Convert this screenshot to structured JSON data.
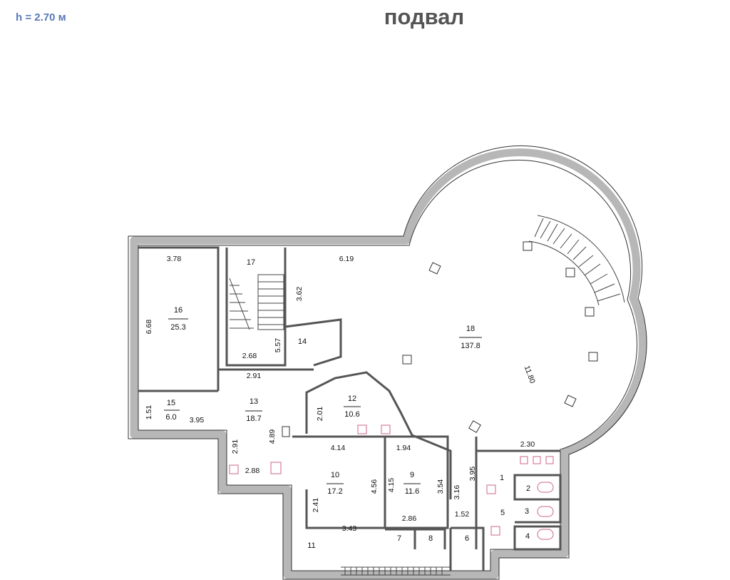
{
  "header": {
    "height": "h = 2.70 м",
    "title": "подвал"
  },
  "rooms": [
    {
      "num": "1"
    },
    {
      "num": "2"
    },
    {
      "num": "3"
    },
    {
      "num": "4"
    },
    {
      "num": "5"
    },
    {
      "num": "6"
    },
    {
      "num": "7"
    },
    {
      "num": "8"
    },
    {
      "num": "9",
      "area": "11.6"
    },
    {
      "num": "10",
      "area": "17.2"
    },
    {
      "num": "11"
    },
    {
      "num": "12",
      "area": "10.6"
    },
    {
      "num": "13",
      "area": "18.7"
    },
    {
      "num": "14"
    },
    {
      "num": "15",
      "area": "6.0"
    },
    {
      "num": "16",
      "area": "25.3"
    },
    {
      "num": "17"
    },
    {
      "num": "18",
      "area": "137.8"
    }
  ],
  "dimensions": [
    "3.78",
    "6.68",
    "1.51",
    "3.95",
    "2.91",
    "2.68",
    "5.57",
    "3.62",
    "6.19",
    "2.01",
    "4.89",
    "2.91",
    "2.88",
    "4.14",
    "1.94",
    "4.15",
    "4.56",
    "3.54",
    "2.41",
    "3.43",
    "2.86",
    "3.16",
    "1.52",
    "3.95",
    "2.30",
    "11.80"
  ]
}
